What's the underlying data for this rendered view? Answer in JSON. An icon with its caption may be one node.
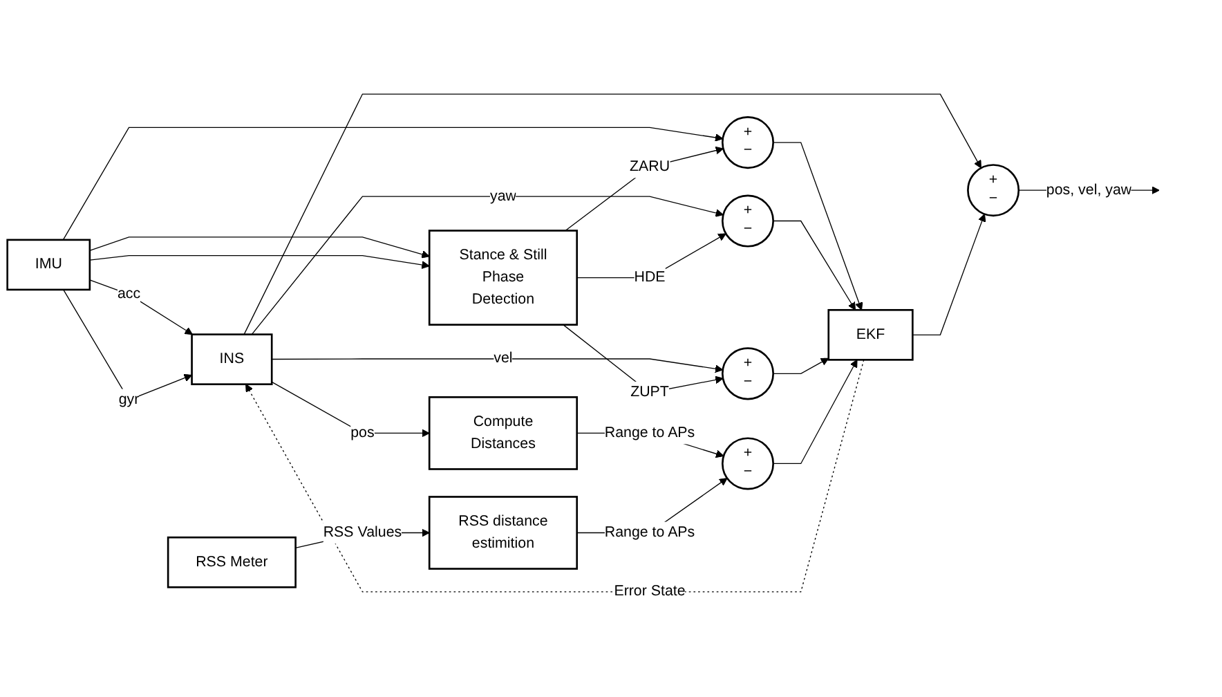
{
  "diagram": {
    "nodes": [
      {
        "text": [
          "IMU"
        ]
      },
      {
        "text": [
          "INS"
        ]
      },
      {
        "text": [
          "+",
          "−"
        ]
      },
      {
        "text": [
          "Stance & Still Phase Detection"
        ]
      },
      {
        "text": [
          "Compute Distances"
        ]
      },
      {
        "text": [
          "EKF"
        ]
      },
      {
        "text": [
          "+",
          "−"
        ]
      },
      {
        "text": [
          "+",
          "−"
        ]
      },
      {
        "text": [
          "+",
          "−"
        ]
      },
      {
        "text": [
          "RSS Meter"
        ]
      },
      {
        "text": [
          "RSS distance estimition"
        ]
      },
      {
        "text": [
          "+",
          "−"
        ]
      }
    ],
    "edges": [
      {
        "from": 0,
        "to": 1,
        "arrow": "to",
        "label": "acc"
      },
      {
        "from": 0,
        "to": 1,
        "arrow": "to",
        "label": "gyr"
      },
      {
        "from": 0,
        "to": 3,
        "arrow": "to"
      },
      {
        "from": 0,
        "to": 3,
        "arrow": "to"
      },
      {
        "from": 0,
        "to": 6,
        "arrow": "to"
      },
      {
        "from": 1,
        "to": 2,
        "arrow": "to"
      },
      {
        "from": 1,
        "to": 7,
        "arrow": "to",
        "label": "yaw"
      },
      {
        "from": 1,
        "to": 8,
        "arrow": "to",
        "label": "vel"
      },
      {
        "from": 1,
        "to": 4,
        "arrow": "to",
        "label": "pos"
      },
      {
        "from": 3,
        "to": 6,
        "arrow": "to",
        "label": "ZARU"
      },
      {
        "from": 3,
        "to": 7,
        "arrow": "to",
        "label": "HDE"
      },
      {
        "from": 3,
        "to": 8,
        "arrow": "to",
        "label": "ZUPT"
      },
      {
        "from": 4,
        "to": 11,
        "arrow": "to",
        "label": "Range to APs"
      },
      {
        "from": 9,
        "to": 10,
        "arrow": "to",
        "label": "RSS Values"
      },
      {
        "from": 10,
        "to": 11,
        "arrow": "to",
        "label": "Range to APs"
      },
      {
        "from": 6,
        "to": 5,
        "arrow": "to"
      },
      {
        "from": 7,
        "to": 5,
        "arrow": "to"
      },
      {
        "from": 8,
        "to": 5,
        "arrow": "to"
      },
      {
        "from": 11,
        "to": 5,
        "arrow": "to"
      },
      {
        "from": 5,
        "to": 2,
        "arrow": "to"
      },
      {
        "from": 5,
        "to": 1,
        "arrow": "to",
        "label": "Error State",
        "style": "dashed"
      },
      {
        "from": 2,
        "to": null,
        "arrow": "to",
        "label": "pos, vel, yaw"
      }
    ]
  }
}
